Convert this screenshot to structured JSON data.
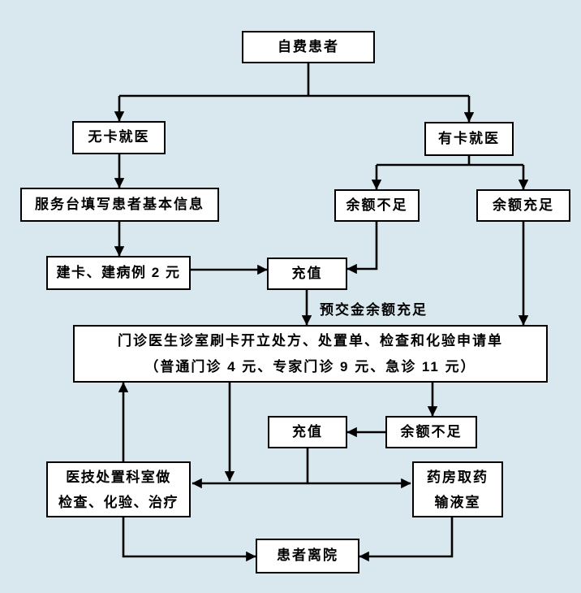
{
  "nodes": {
    "patient": {
      "label": "自费患者"
    },
    "no_card": {
      "label": "无卡就医"
    },
    "has_card": {
      "label": "有卡就医"
    },
    "service_desk": {
      "label": "服务台填写患者基本信息"
    },
    "balance_insufficient_1": {
      "label": "余额不足"
    },
    "balance_sufficient": {
      "label": "余额充足"
    },
    "create_card": {
      "label": "建卡、建病例 2 元"
    },
    "recharge_1": {
      "label": "充值"
    },
    "doctor": {
      "line1": "门诊医生诊室刷卡开立处方、处置单、检查和化验申请单",
      "line2": "（普通门诊 4 元、专家门诊 9 元、急诊 11 元）"
    },
    "recharge_2": {
      "label": "充值"
    },
    "balance_insufficient_2": {
      "label": "余额不足"
    },
    "med_tech": {
      "line1": "医技处置科室做",
      "line2": "检查、化验、治疗"
    },
    "pharmacy": {
      "line1": "药房取药",
      "line2": "输液室"
    },
    "leave": {
      "label": "患者离院"
    }
  },
  "labels": {
    "prepaid_sufficient": "预交金余额充足"
  },
  "colors": {
    "background": "#d9e7ee",
    "node_background": "#ffffff",
    "node_border": "#000000",
    "line": "#000000",
    "text": "#000000"
  }
}
